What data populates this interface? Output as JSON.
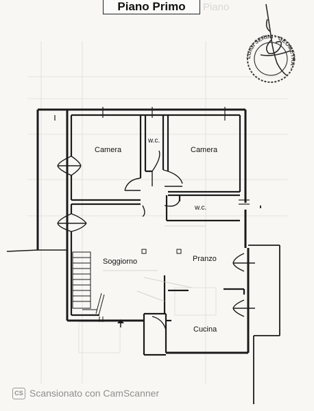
{
  "header": {
    "title": "Piano Primo",
    "ghost_title": "Piano"
  },
  "rooms": {
    "camera_left": "Camera",
    "wc_top": "w.c.",
    "camera_right": "Camera",
    "wc_right": "w.c.",
    "soggiorno": "Soggiorno",
    "pranzo": "Pranzo",
    "cucina": "Cucina"
  },
  "stamp": {
    "text": "LUIGI SERINI · GEOMETRA ·"
  },
  "footer": {
    "logo": "CS",
    "caption": "Scansionato con CamScanner"
  },
  "colors": {
    "wall": "#1a1a1a",
    "paper": "#f8f7f4",
    "faint": "#c8c8c8"
  }
}
